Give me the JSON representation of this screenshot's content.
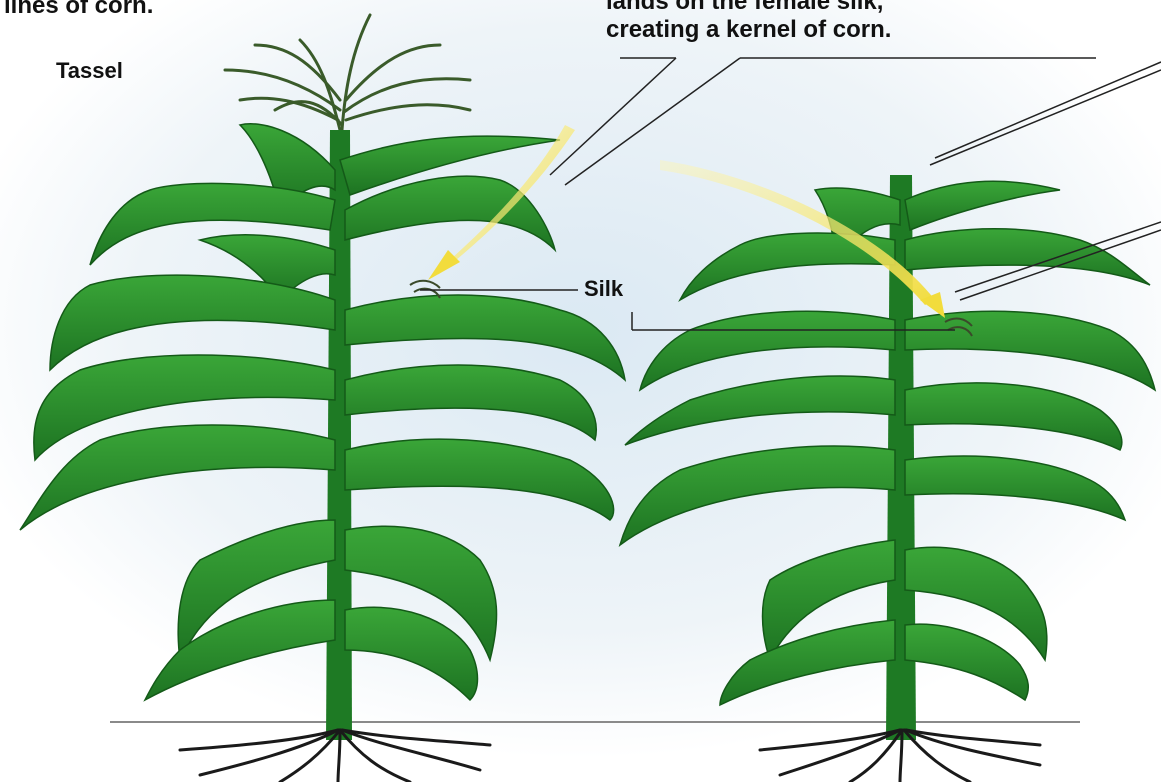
{
  "captions": {
    "left_line": "lines of corn.",
    "mid_line1": "lands on the female silk,",
    "mid_line2": "creating a kernel of corn."
  },
  "labels": {
    "tassel": "Tassel",
    "silk": "Silk"
  },
  "colors": {
    "leaf_dark": "#1f7a23",
    "leaf_mid": "#2f9a2c",
    "leaf_light": "#7cc96a",
    "pollen_arrow": "#f2dc3c",
    "sky": "#d6e6f1",
    "root": "#1a1a1a"
  }
}
